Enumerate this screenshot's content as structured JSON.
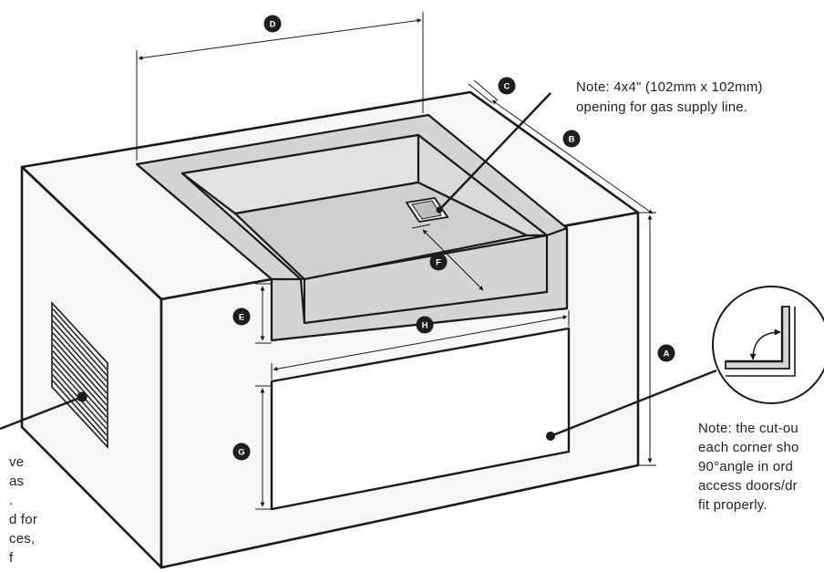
{
  "colors": {
    "outline": "#1a1a1a",
    "surface": "#f6f6f6",
    "cavity": "#d4d4d4",
    "cavity_floor": "#cfcfcf",
    "badge": "#1e1e1e",
    "badge_text": "#ffffff",
    "note_text": "#222222"
  },
  "dimensions": {
    "a": "A",
    "b": "B",
    "c": "C",
    "d": "D",
    "e": "E",
    "f": "F",
    "g": "G",
    "h": "H"
  },
  "notes": {
    "gas_opening": {
      "line1": "Note: 4x4\" (102mm x 102mm)",
      "line2": "opening for gas supply line."
    },
    "corner_cutout": {
      "line1": "Note: the cut-ou",
      "line2": "each corner sho",
      "line3": "90°angle in ord",
      "line4": "access doors/dr",
      "line5": "fit properly."
    },
    "vent": {
      "line1": "ve",
      "line2": "as",
      "line3": ".",
      "line4": "d for",
      "line5": "ces,",
      "line6": "f"
    }
  },
  "icons": {
    "vent": "vent-grille-icon",
    "angle": "right-angle-detail-icon"
  }
}
